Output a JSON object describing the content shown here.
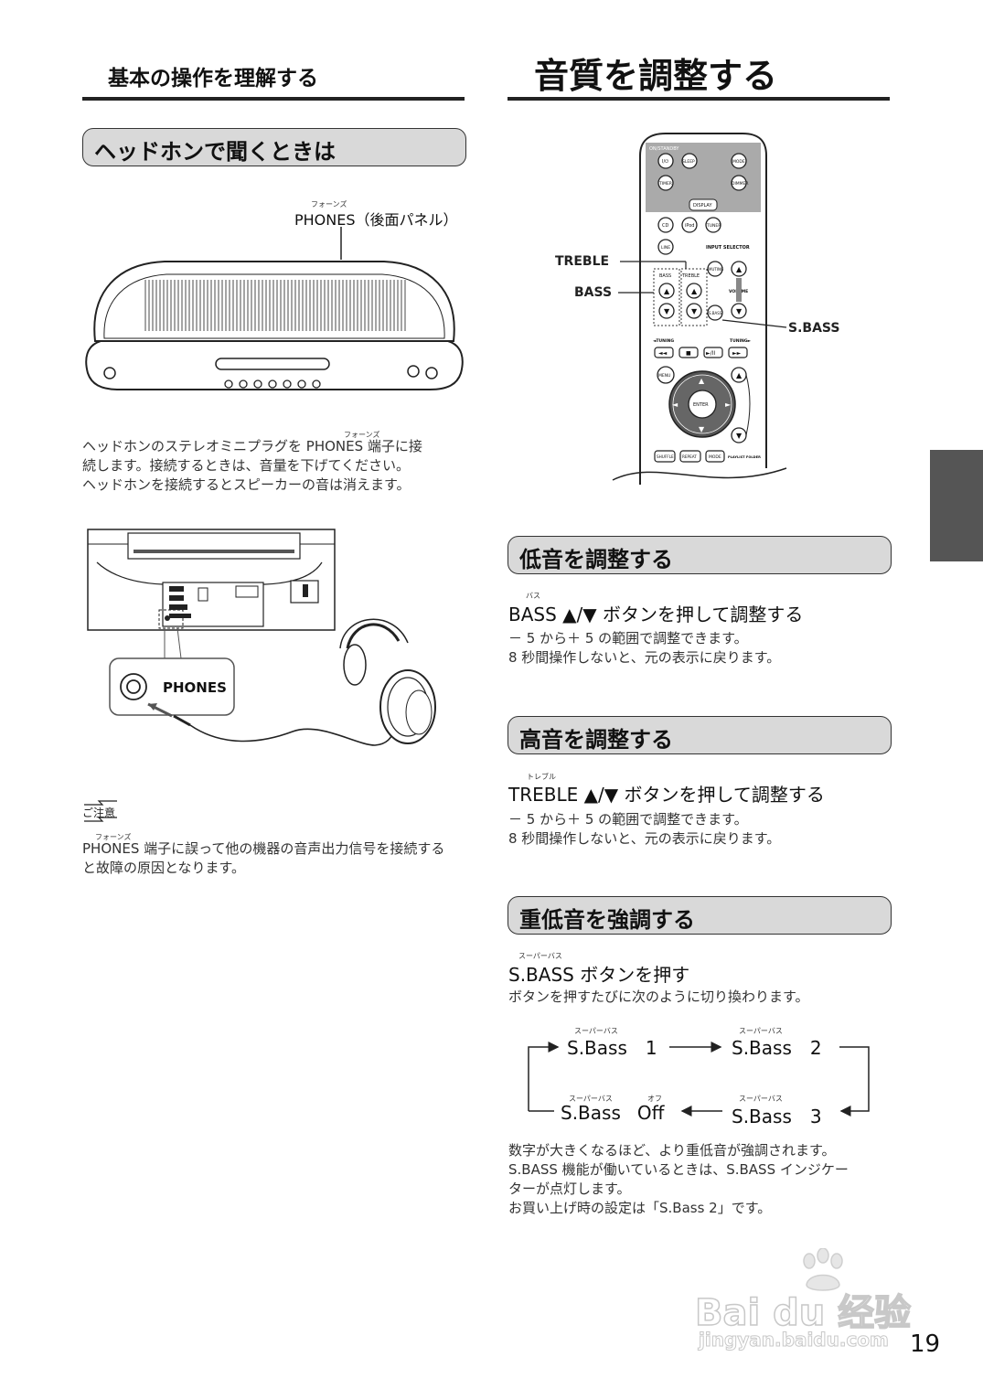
{
  "left": {
    "section_title": "基本の操作を理解する",
    "headphones_title": "ヘッドホンで聞くときは",
    "callout_ruby": "フォーンズ",
    "callout_label": "PHONES（後面パネル）",
    "para_ruby": "フォーンズ",
    "para_lines": [
      "ヘッドホンのステレオミニプラグを PHONES 端子に接",
      "続します。接続するときは、音量を下げてください。",
      "ヘッドホンを接続するとスピーカーの音は消えます。"
    ],
    "jack_label": "PHONES",
    "caution_label": "ご注意",
    "caution_ruby": "フォーンズ",
    "caution_lines": [
      "PHONES 端子に誤って他の機器の音声出力信号を接続する",
      "と故障の原因となります。"
    ]
  },
  "right": {
    "page_title": "音質を調整する",
    "remote_labels": {
      "treble": "TREBLE",
      "bass": "BASS",
      "sbass": "S.BASS"
    },
    "remote_text": {
      "on_standby": "ON/STANDBY",
      "sleep": "SLEEP",
      "sound_mode": "MODE",
      "timer": "TIMER",
      "dimmer": "DIMMER",
      "display": "DISPLAY",
      "cd": "CD",
      "ipod": "iPod",
      "tuner": "TUNER",
      "line": "LINE",
      "input_selector": "INPUT SELECTOR",
      "bass": "BASS",
      "treble": "TREBLE",
      "muting": "MUTING",
      "volume": "VOLUME",
      "sbass": "S.BASS",
      "tuning_left": "◄TUNING",
      "tuning_right": "TUNING►",
      "menu": "MENU",
      "enter": "ENTER",
      "shuffle": "SHUFFLE",
      "repeat": "REPEAT",
      "mode": "MODE",
      "playlist_folder": "PLAYLIST FOLDER"
    },
    "low": {
      "title": "低音を調整する",
      "ruby": "バス",
      "step": "BASS ▲/▼ ボタンを押して調整する",
      "lines": [
        "－ 5 から＋ 5 の範囲で調整できます。",
        "8 秒間操作しないと、元の表示に戻ります。"
      ]
    },
    "high": {
      "title": "高音を調整する",
      "ruby": "トレブル",
      "step": "TREBLE ▲/▼ ボタンを押して調整する",
      "lines": [
        "－ 5 から＋ 5 の範囲で調整できます。",
        "8 秒間操作しないと、元の表示に戻ります。"
      ]
    },
    "sbass": {
      "title": "重低音を強調する",
      "ruby": "スーパーバス",
      "step": "S.BASS ボタンを押す",
      "intro": "ボタンを押すたびに次のように切り換わります。",
      "cycle": {
        "ruby_sb": "スーパーバス",
        "ruby_off": "オフ",
        "s1": "S.Bass　1",
        "s2": "S.Bass　2",
        "s3": "S.Bass　3",
        "soff_a": "S.Bass",
        "soff_b": "Off"
      },
      "notes": [
        "数字が大きくなるほど、より重低音が強調されます。",
        "S.BASS 機能が働いているときは、S.BASS インジケー",
        "ターが点灯します。",
        "お買い上げ時の設定は「S.Bass 2」です。"
      ]
    }
  },
  "watermark": {
    "brand": "Bai du 经验",
    "url": "jingyan.baidu.com"
  },
  "page_number": "19"
}
